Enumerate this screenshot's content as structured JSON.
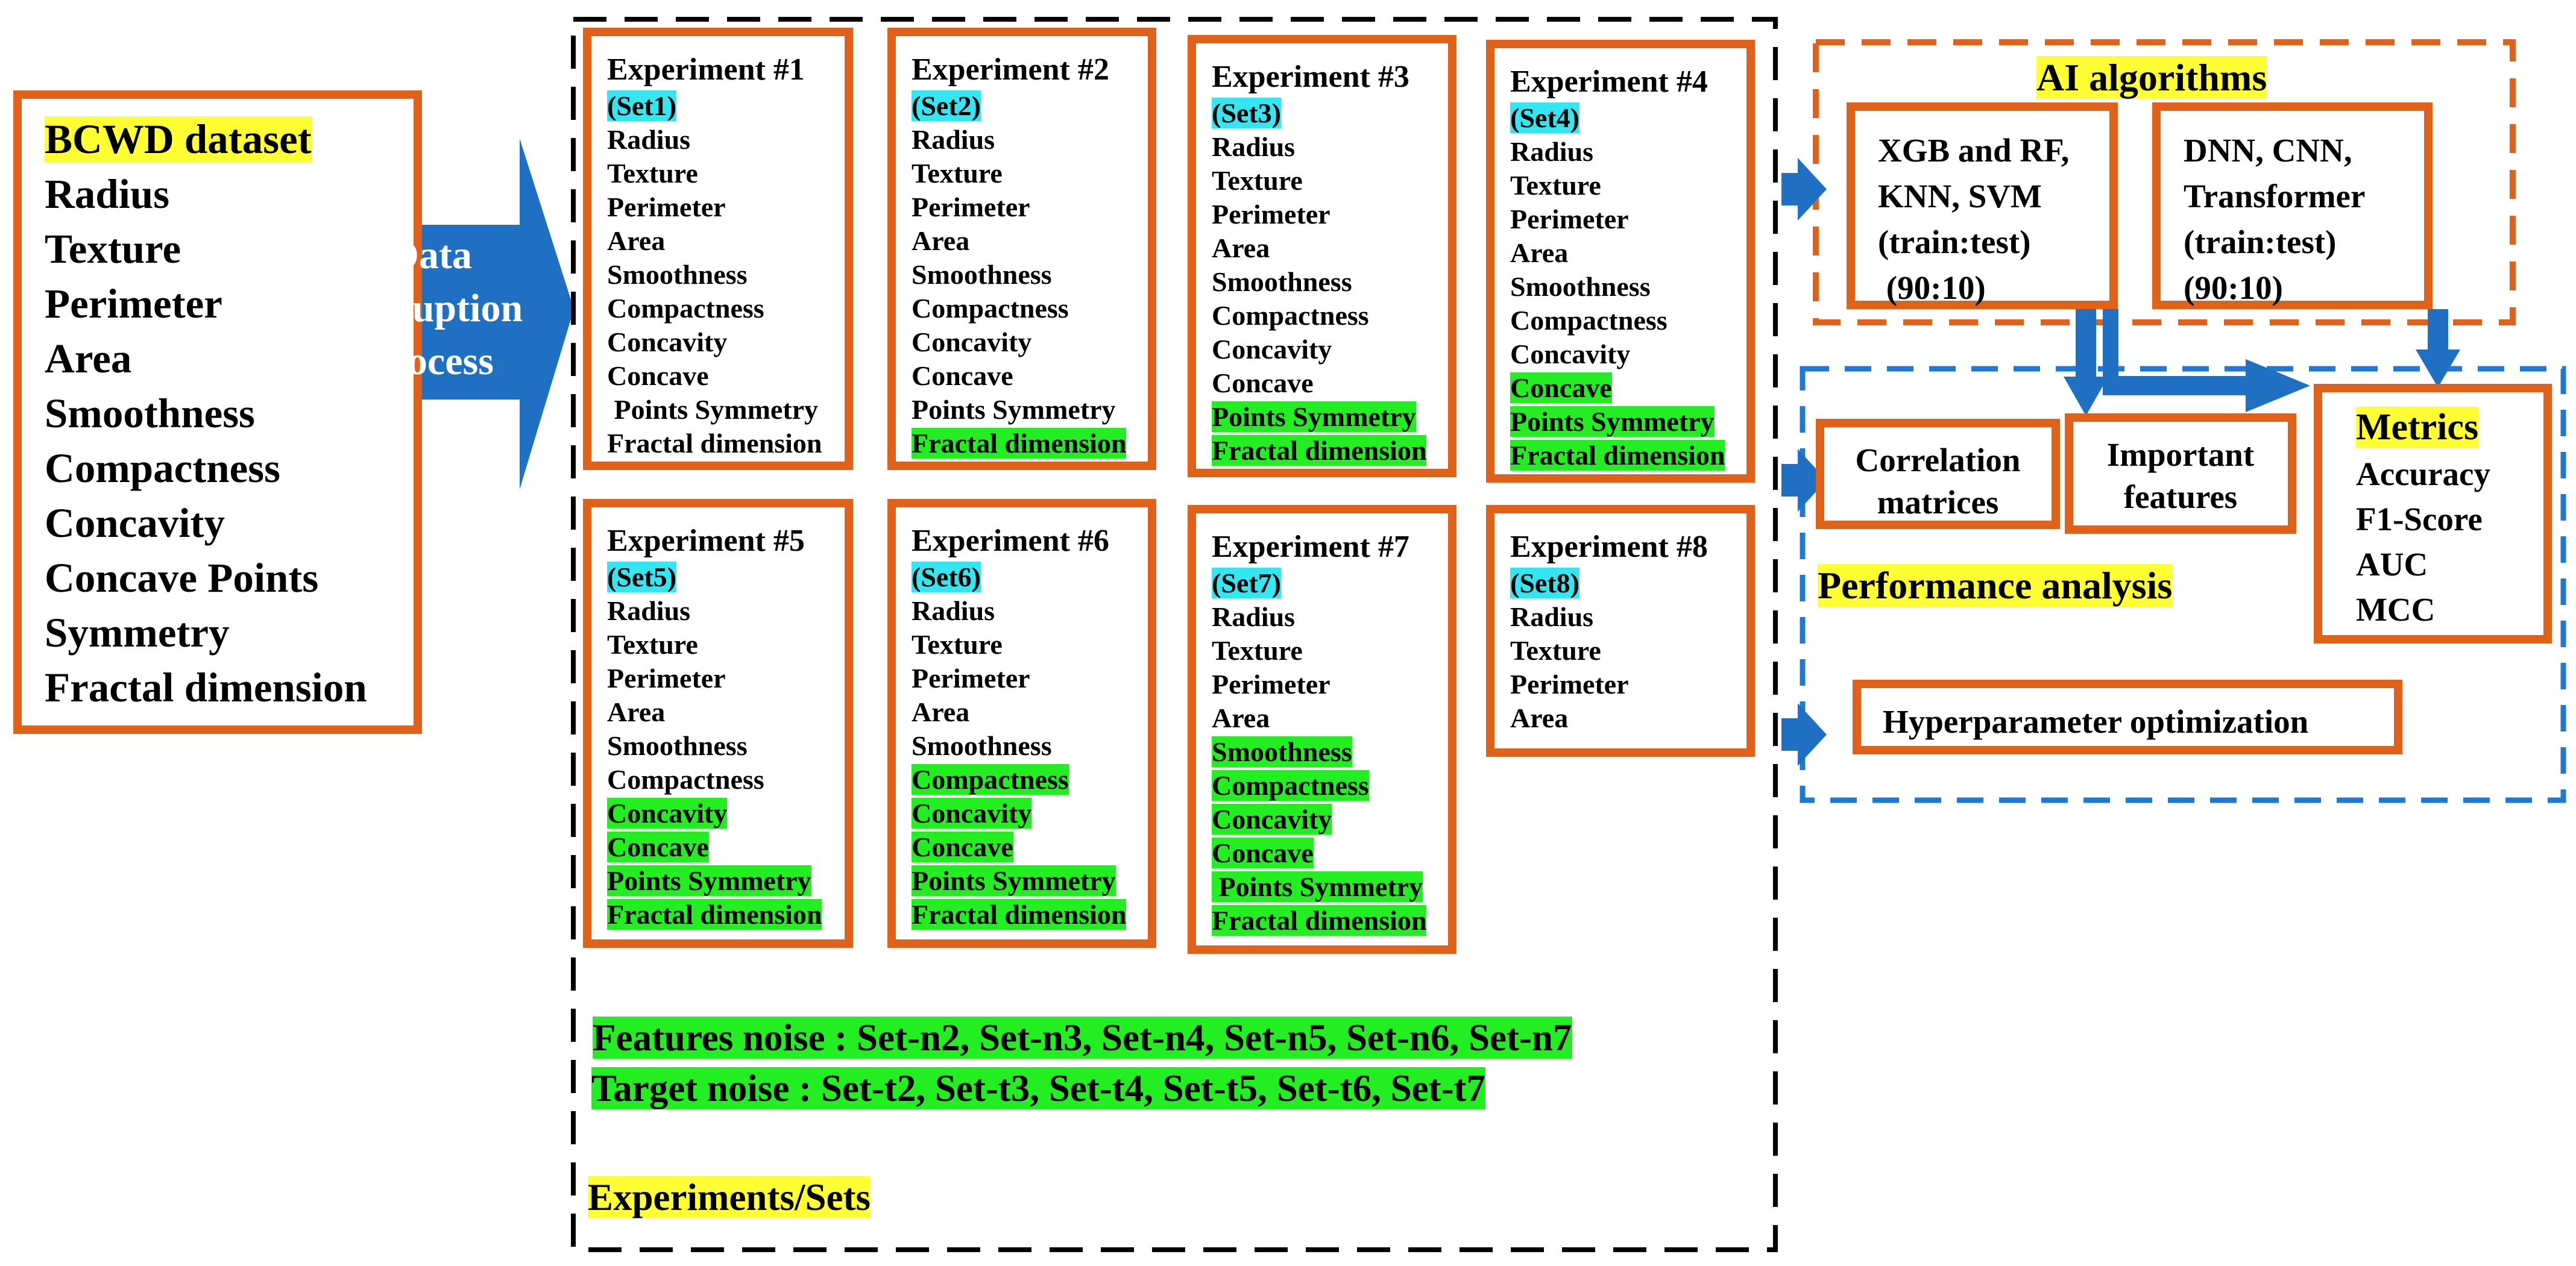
{
  "dataset": {
    "title": "BCWD dataset",
    "features": [
      "Radius",
      "Texture",
      "Perimeter",
      "Area",
      "Smoothness",
      "Compactness",
      "Concavity",
      "Concave Points",
      "Symmetry",
      "Fractal dimension"
    ]
  },
  "process": {
    "lines": [
      "Data",
      "corruption",
      "process"
    ]
  },
  "experiments": [
    {
      "title": "Experiment #1",
      "set": "(Set1)",
      "lines": [
        {
          "text": "Radius",
          "noise": false
        },
        {
          "text": "Texture",
          "noise": false
        },
        {
          "text": "Perimeter",
          "noise": false
        },
        {
          "text": "Area",
          "noise": false
        },
        {
          "text": "Smoothness",
          "noise": false
        },
        {
          "text": "Compactness",
          "noise": false
        },
        {
          "text": "Concavity",
          "noise": false
        },
        {
          "text": "Concave",
          "noise": false
        },
        {
          "text": " Points Symmetry",
          "noise": false
        },
        {
          "text": "Fractal dimension",
          "noise": false
        }
      ]
    },
    {
      "title": "Experiment #2",
      "set": "(Set2)",
      "lines": [
        {
          "text": "Radius",
          "noise": false
        },
        {
          "text": "Texture",
          "noise": false
        },
        {
          "text": "Perimeter",
          "noise": false
        },
        {
          "text": "Area",
          "noise": false
        },
        {
          "text": "Smoothness",
          "noise": false
        },
        {
          "text": "Compactness",
          "noise": false
        },
        {
          "text": "Concavity",
          "noise": false
        },
        {
          "text": "Concave",
          "noise": false
        },
        {
          "text": "Points Symmetry",
          "noise": false
        },
        {
          "text": "Fractal dimension",
          "noise": true
        }
      ]
    },
    {
      "title": "Experiment #3",
      "set": "(Set3)",
      "lines": [
        {
          "text": "Radius",
          "noise": false
        },
        {
          "text": "Texture",
          "noise": false
        },
        {
          "text": "Perimeter",
          "noise": false
        },
        {
          "text": "Area",
          "noise": false
        },
        {
          "text": "Smoothness",
          "noise": false
        },
        {
          "text": "Compactness",
          "noise": false
        },
        {
          "text": "Concavity",
          "noise": false
        },
        {
          "text": "Concave",
          "noise": false
        },
        {
          "text": "Points Symmetry",
          "noise": true
        },
        {
          "text": "Fractal dimension",
          "noise": true
        }
      ]
    },
    {
      "title": "Experiment #4",
      "set": "(Set4)",
      "lines": [
        {
          "text": "Radius",
          "noise": false
        },
        {
          "text": "Texture",
          "noise": false
        },
        {
          "text": "Perimeter",
          "noise": false
        },
        {
          "text": "Area",
          "noise": false
        },
        {
          "text": "Smoothness",
          "noise": false
        },
        {
          "text": "Compactness",
          "noise": false
        },
        {
          "text": "Concavity",
          "noise": false
        },
        {
          "text": "Concave",
          "noise": true
        },
        {
          "text": "Points Symmetry",
          "noise": true
        },
        {
          "text": "Fractal dimension",
          "noise": true
        }
      ]
    },
    {
      "title": "Experiment #5",
      "set": "(Set5)",
      "lines": [
        {
          "text": "Radius",
          "noise": false
        },
        {
          "text": "Texture",
          "noise": false
        },
        {
          "text": "Perimeter",
          "noise": false
        },
        {
          "text": "Area",
          "noise": false
        },
        {
          "text": "Smoothness",
          "noise": false
        },
        {
          "text": "Compactness",
          "noise": false
        },
        {
          "text": "Concavity",
          "noise": true
        },
        {
          "text": "Concave",
          "noise": true
        },
        {
          "text": "Points Symmetry",
          "noise": true
        },
        {
          "text": "Fractal dimension",
          "noise": true
        }
      ]
    },
    {
      "title": "Experiment #6",
      "set": "(Set6)",
      "lines": [
        {
          "text": "Radius",
          "noise": false
        },
        {
          "text": "Texture",
          "noise": false
        },
        {
          "text": "Perimeter",
          "noise": false
        },
        {
          "text": "Area",
          "noise": false
        },
        {
          "text": "Smoothness",
          "noise": false
        },
        {
          "text": "Compactness",
          "noise": true
        },
        {
          "text": "Concavity",
          "noise": true
        },
        {
          "text": "Concave",
          "noise": true
        },
        {
          "text": "Points Symmetry",
          "noise": true
        },
        {
          "text": "Fractal dimension",
          "noise": true
        }
      ]
    },
    {
      "title": "Experiment #7",
      "set": "(Set7)",
      "lines": [
        {
          "text": "Radius",
          "noise": false
        },
        {
          "text": "Texture",
          "noise": false
        },
        {
          "text": "Perimeter",
          "noise": false
        },
        {
          "text": "Area",
          "noise": false
        },
        {
          "text": "Smoothness",
          "noise": true
        },
        {
          "text": "Compactness",
          "noise": true
        },
        {
          "text": "Concavity",
          "noise": true
        },
        {
          "text": "Concave",
          "noise": true
        },
        {
          "text": " Points Symmetry",
          "noise": true
        },
        {
          "text": "Fractal dimension",
          "noise": true
        }
      ]
    },
    {
      "title": "Experiment #8",
      "set": "(Set8)",
      "lines": [
        {
          "text": "Radius",
          "noise": false
        },
        {
          "text": "Texture",
          "noise": false
        },
        {
          "text": "Perimeter",
          "noise": false
        },
        {
          "text": "Area",
          "noise": false
        }
      ]
    }
  ],
  "noise": {
    "features": "Features noise : Set-n2, Set-n3, Set-n4, Set-n5, Set-n6, Set-n7",
    "target": "Target noise : Set-t2, Set-t3, Set-t4, Set-t5, Set-t6, Set-t7"
  },
  "experiments_label": "Experiments/Sets",
  "ai": {
    "title": "AI algorithms",
    "algo1": [
      "XGB and RF,",
      "KNN, SVM",
      "(train:test)",
      " (90:10)"
    ],
    "algo2": [
      "DNN, CNN,",
      "Transformer",
      "(train:test)",
      "(90:10)"
    ]
  },
  "performance": {
    "title": "Performance analysis",
    "correlation": [
      "Correlation",
      "matrices"
    ],
    "important": [
      "Important",
      "features"
    ],
    "metrics_title": "Metrics",
    "metrics": [
      "Accuracy",
      "F1-Score",
      "AUC",
      "MCC"
    ],
    "hyperparameter": "Hyperparameter optimization"
  },
  "colors": {
    "box_border": "#e0611a",
    "arrow": "#1f6fc2",
    "dash_black": "#000000",
    "dash_orange": "#e0611a",
    "dash_blue": "#1f78d1",
    "highlight_yellow": "#ffff33",
    "highlight_cyan": "#33e6f2",
    "highlight_green": "#22ee22"
  }
}
